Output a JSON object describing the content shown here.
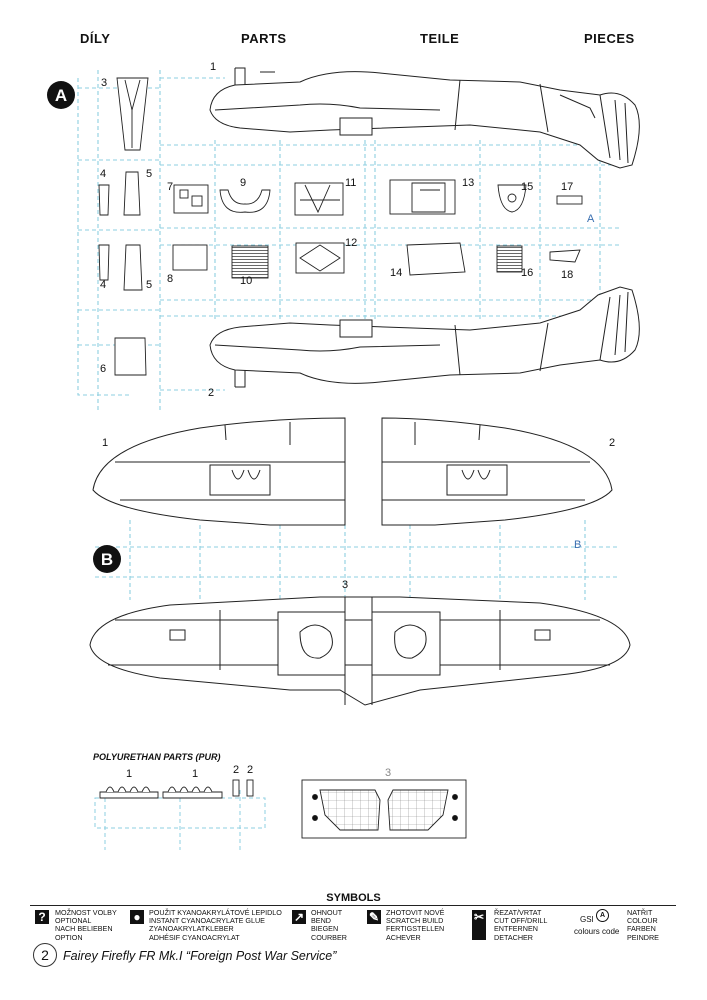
{
  "headers": {
    "cz": "DÍLY",
    "en": "PARTS",
    "de": "TEILE",
    "fr": "PIECES"
  },
  "sprues": {
    "a": "A",
    "b": "B",
    "a_small": "A",
    "b_small": "B"
  },
  "part_numbers": {
    "p1": "1",
    "p2": "2",
    "p3": "3",
    "p4a": "4",
    "p4b": "4",
    "p5a": "5",
    "p5b": "5",
    "p6": "6",
    "p7": "7",
    "p8": "8",
    "p9": "9",
    "p10": "10",
    "p11": "11",
    "p12": "12",
    "p13": "13",
    "p14": "14",
    "p15": "15",
    "p16": "16",
    "p17": "17",
    "p18": "18",
    "w1": "1",
    "w2": "2",
    "w3": "3",
    "pur1a": "1",
    "pur1b": "1",
    "pur2a": "2",
    "pur2b": "2",
    "pur3": "3"
  },
  "pur_title": "POLYURETHAN PARTS (PUR)",
  "symbols_title": "SYMBOLS",
  "symbols": [
    {
      "icon": "question-icon",
      "lines": [
        "MOŽNOST VOLBY",
        "OPTIONAL",
        "NACH BELIEBEN",
        "OPTION"
      ]
    },
    {
      "icon": "glue-drop-icon",
      "lines": [
        "POUŽIT KYANOAKRYLÁTOVÉ LEPIDLO",
        "INSTANT CYANOACRYLATE GLUE",
        "ZYANOAKRYLATKLEBER",
        "ADHÉSIF CYANOACRYLAT"
      ]
    },
    {
      "icon": "bend-icon",
      "lines": [
        "OHNOUT",
        "BEND",
        "BIEGEN",
        "COURBER"
      ]
    },
    {
      "icon": "scratch-build-icon",
      "lines": [
        "ZHOTOVIT NOVÉ",
        "SCRATCH BUILD",
        "FERTIGSTELLEN",
        "ACHEVER"
      ]
    },
    {
      "icon": "cut-off-icon",
      "lines": [
        "ŘEZAT/VRTAT",
        "CUT OFF/DRILL",
        "ENTFERNEN",
        "DETACHER"
      ]
    },
    {
      "icon": "paint-icon",
      "lines": [
        "NATŘIT",
        "COLOUR",
        "FARBEN",
        "PEINDRE"
      ]
    }
  ],
  "gsi": "GSI",
  "colours_code": "colours code",
  "page_number": "2",
  "footer": "Fairey Firefly FR Mk.I “Foreign Post War Service”"
}
